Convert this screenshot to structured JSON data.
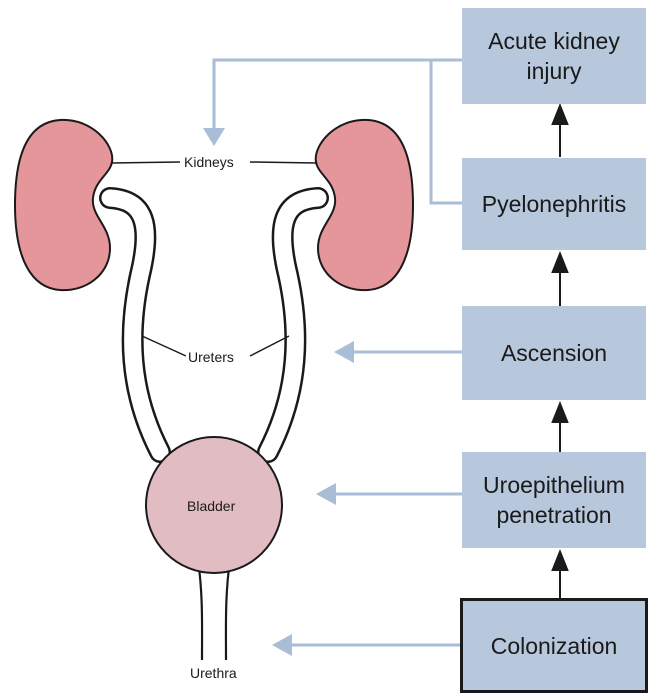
{
  "labels": {
    "kidneys": "Kidneys",
    "ureters": "Ureters",
    "bladder": "Bladder",
    "urethra": "Urethra"
  },
  "stages": [
    {
      "id": "aki",
      "text": "Acute kidney\ninjury"
    },
    {
      "id": "pyelo",
      "text": "Pyelonephritis"
    },
    {
      "id": "ascension",
      "text": "Ascension"
    },
    {
      "id": "uroepi",
      "text": "Uroepithelium\npenetration"
    },
    {
      "id": "colonization",
      "text": "Colonization"
    }
  ],
  "colors": {
    "box_fill": "#b7c7dc",
    "pointer": "#a9bdd6",
    "kidney": "#e5969b",
    "bladder": "#e2bcc3",
    "outline": "#1a1a1a"
  }
}
